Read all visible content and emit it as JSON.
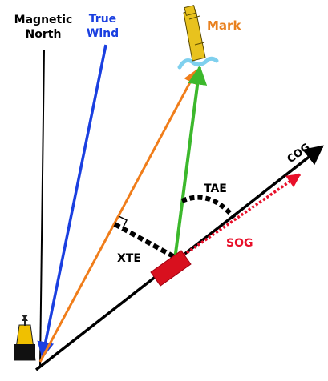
{
  "labels": {
    "magnetic_north_line1": "Magnetic",
    "magnetic_north_line2": "North",
    "true_wind_line1": "True",
    "true_wind_line2": "Wind",
    "mark": "Mark",
    "cog": "COG",
    "tae": "TAE",
    "sog": "SOG",
    "xte": "XTE"
  },
  "colors": {
    "magnetic_north": "#000000",
    "true_wind": "#1a3fe0",
    "mark_line": "#f07d1a",
    "mark_label": "#e8801e",
    "bearing_to_mark": "#3cb82c",
    "cog": "#000000",
    "sog": "#e8102a",
    "boat": "#d8101e",
    "buoy": "#e8c21e",
    "water": "#7fd0ee"
  }
}
